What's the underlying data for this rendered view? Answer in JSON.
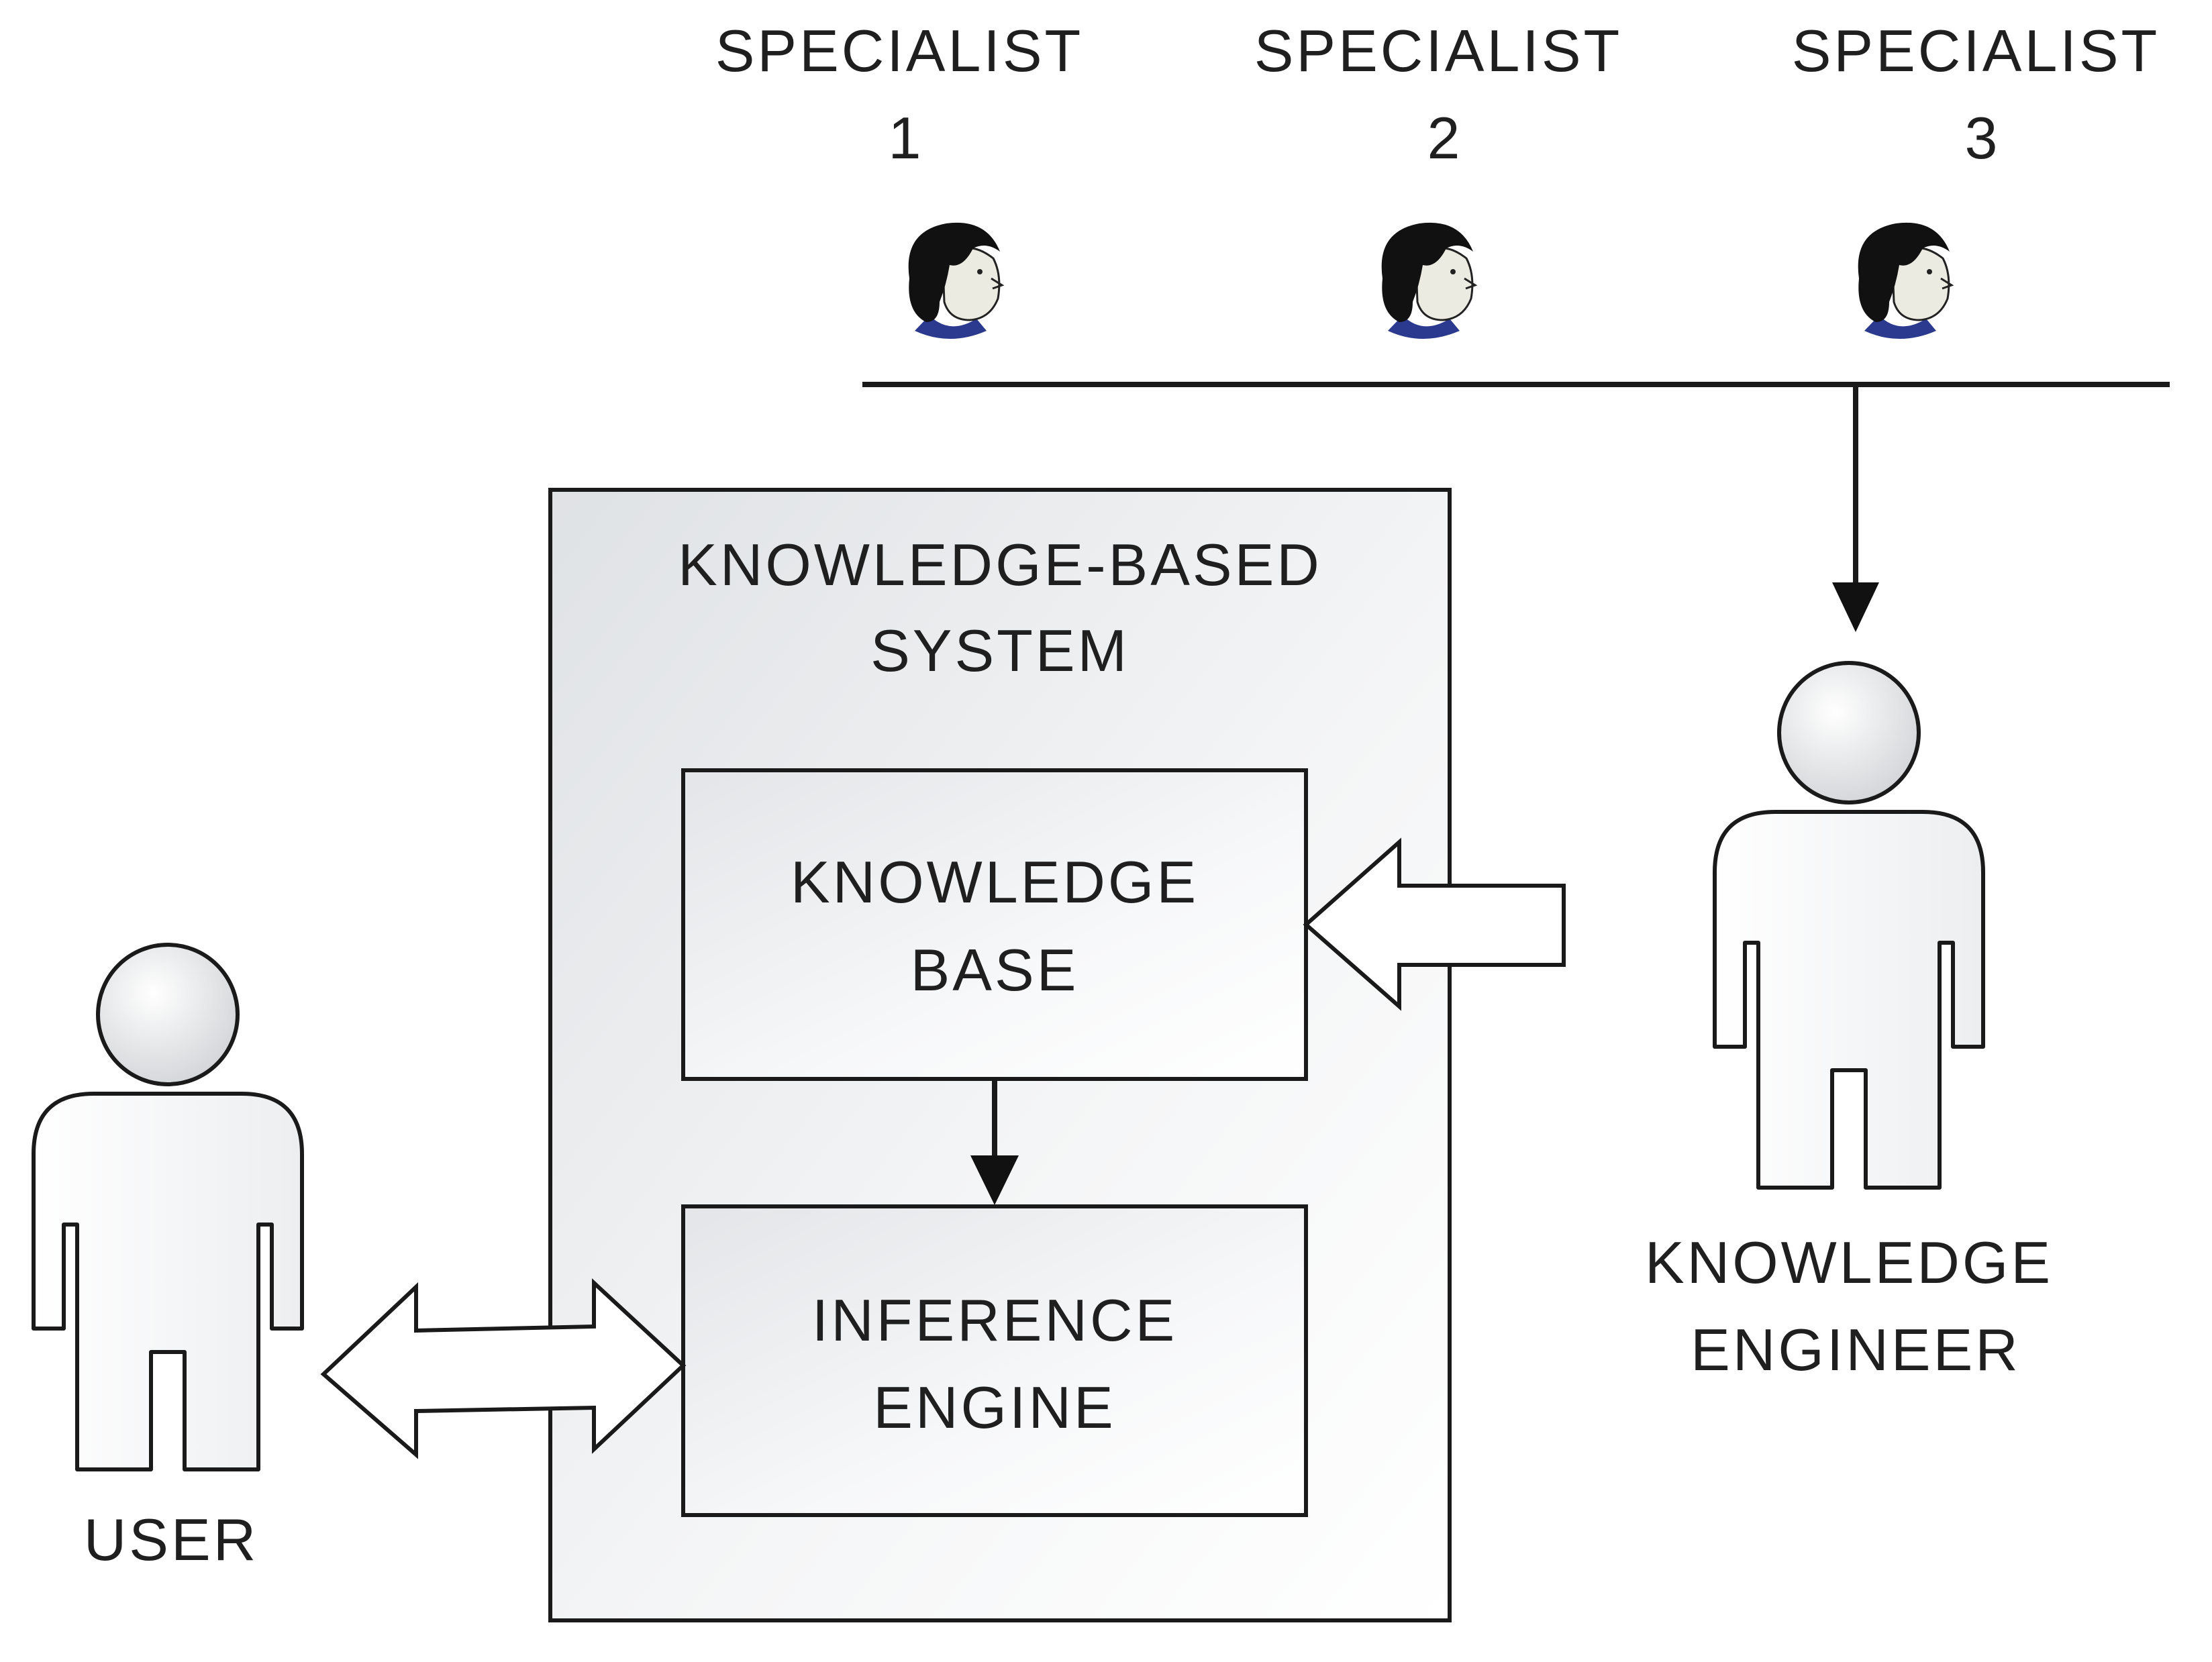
{
  "specialists": [
    {
      "name": "SPECIALIST",
      "number": "1"
    },
    {
      "name": "SPECIALIST",
      "number": "2"
    },
    {
      "name": "SPECIALIST",
      "number": "3"
    }
  ],
  "system": {
    "line1": "KNOWLEDGE-BASED",
    "line2": "SYSTEM"
  },
  "knowledge_base": {
    "line1": "KNOWLEDGE",
    "line2": "BASE"
  },
  "inference_engine": {
    "line1": "INFERENCE",
    "line2": "ENGINE"
  },
  "user": {
    "label": "USER"
  },
  "engineer": {
    "line1": "KNOWLEDGE",
    "line2": "ENGINEER"
  },
  "colors": {
    "stroke": "#1a1a1a",
    "box_fill_start": "#dfe2e5",
    "box_fill_end": "#ffffff",
    "person_fill": "#ffffff",
    "head_fill": "#dcdee0",
    "specialist_shirt": "#2b3a8f"
  },
  "icons": {
    "specialist": "specialist-head-icon",
    "person": "person-icon"
  }
}
